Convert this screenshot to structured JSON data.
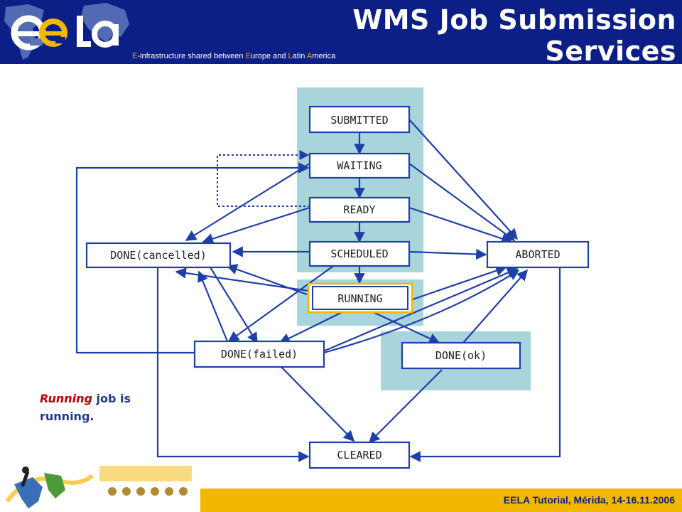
{
  "header": {
    "title": "WMS Job Submission Services",
    "tagline": {
      "segments": [
        {
          "text": "E",
          "highlight": true
        },
        {
          "text": "-infrastructure shared between ",
          "highlight": false
        },
        {
          "text": "E",
          "highlight": true
        },
        {
          "text": "urope and ",
          "highlight": false
        },
        {
          "text": "L",
          "highlight": true
        },
        {
          "text": "atin ",
          "highlight": false
        },
        {
          "text": "A",
          "highlight": true
        },
        {
          "text": "merica",
          "highlight": false
        }
      ]
    }
  },
  "diagram": {
    "states": {
      "submitted": "SUBMITTED",
      "waiting": "WAITING",
      "ready": "READY",
      "scheduled": "SCHEDULED",
      "running": "RUNNING",
      "done_cancelled": "DONE(cancelled)",
      "aborted": "ABORTED",
      "done_failed": "DONE(failed)",
      "done_ok": "DONE(ok)",
      "cleared": "CLEARED"
    },
    "highlighted_state": "running"
  },
  "caption": {
    "keyword": "Running",
    "text": " job is running."
  },
  "footer": {
    "text": "EELA Tutorial, Mérida, 14-16.11.2006"
  },
  "colors": {
    "header_bg": "#0b1f86",
    "arrow": "#1f3fa8",
    "region": "#a8d4dc",
    "highlight": "#f2b800",
    "footer_bar": "#f2b800"
  }
}
